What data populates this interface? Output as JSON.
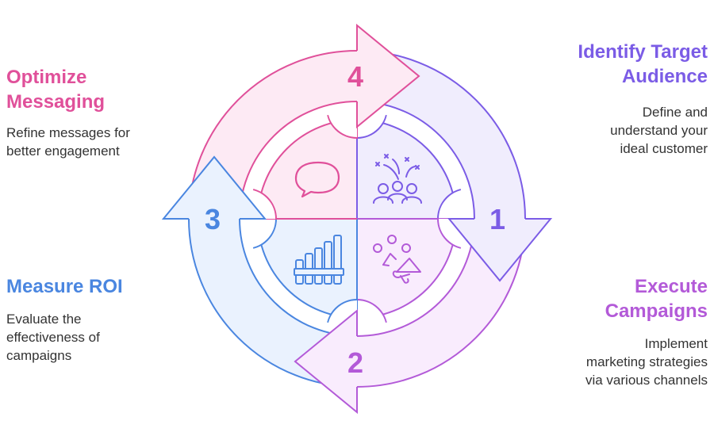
{
  "steps": [
    {
      "number": "1",
      "title": [
        "Identify Target",
        "Audience"
      ],
      "description": [
        "Define and",
        "understand your",
        "ideal customer"
      ],
      "icon": "people-celebrating-icon",
      "stroke": "#7b5ce6",
      "fill": "#f0edfd"
    },
    {
      "number": "2",
      "title": [
        "Execute",
        "Campaigns"
      ],
      "description": [
        "Implement",
        "marketing strategies",
        "via various channels"
      ],
      "icon": "megaphone-icon",
      "stroke": "#b35ad8",
      "fill": "#f9ecfd"
    },
    {
      "number": "3",
      "title": [
        "Measure ROI"
      ],
      "description": [
        "Evaluate the",
        "effectiveness of",
        "campaigns"
      ],
      "icon": "bar-chart-icon",
      "stroke": "#4a86e0",
      "fill": "#eaf2fe"
    },
    {
      "number": "4",
      "title": [
        "Optimize",
        "Messaging"
      ],
      "description": [
        "Refine messages for",
        "better engagement"
      ],
      "icon": "speech-bubble-icon",
      "stroke": "#e0509a",
      "fill": "#fdeaf4"
    }
  ]
}
